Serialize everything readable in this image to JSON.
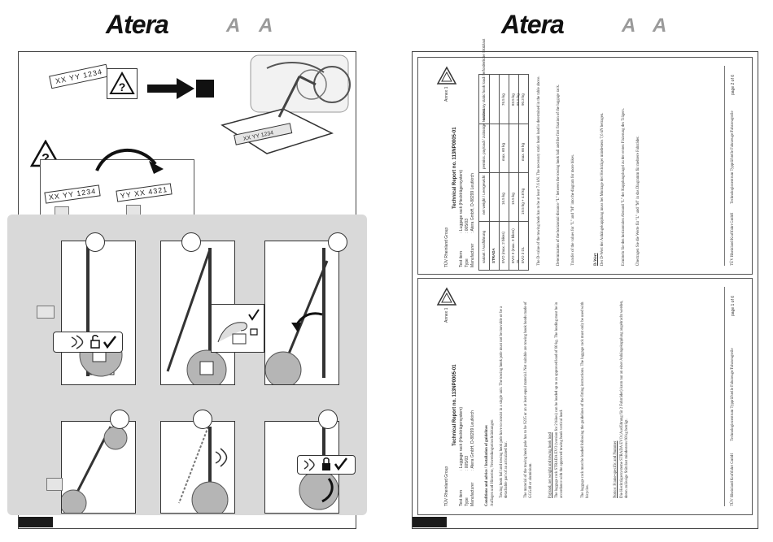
{
  "left_header": {
    "brand": "Atera",
    "letters": [
      "A",
      "A"
    ]
  },
  "right_header": {
    "brand": "Atera",
    "letters": [
      "A",
      "A"
    ]
  },
  "left_page": {
    "plate_old": "XX YY 1234",
    "plate_a": "XX YY 1234",
    "plate_b": "YY XX 4321"
  },
  "report_page1": {
    "org": "TÜV Rheinland Group",
    "title": "Technical Report no. 113NP0005-01",
    "annex": "Annex 1",
    "test_item_label": "Test item",
    "test_item_value": ": Luggage rack (Heckträgersystem)",
    "type_label": "Type",
    "type_value": ": 005/03",
    "manufacturer_label": "Manufacturer",
    "manufacturer_value": ": Atera GmbH, D-88299 Leutkirch",
    "section_title": "Conditions and advice / Installation of guidelines",
    "section_title_de": "Auflagen und Hinweise, Verwendungseinschränkungen",
    "para_1": "Towing hook ball and towing hook pole have to consist in a single unit. The towing hook pole must not be movable or be a detachable part of an articulated bar.",
    "para_2": "The material of the towing hook pole has to be S235 or an at least equal material. Not suitable are towing hook heads made of GGG40 or aluminium.",
    "para_3": "Payload, net weight and towing hook load",
    "para_3b": "The luggage rack STRADA EVO (version for 2 bikes) can be loaded up to an approved load of 60 kg. The loading must be in accordance with the approved towing hook vertical load.",
    "para_4": "The luggage rack must be loaded following the guidelines of the fitting instructions. The luggage rack must only be used with bicycles.",
    "para_5": "Notice: Frame-specific and Nummer",
    "para_5b": "Die Heckträgersysteme STRADA EVO (Ausführung für 2 Fahrräder) kann nur an einer Anhängekupplung angebracht werden, deren zulässige Stützlast mindestens 60 kg beträgt.",
    "footer_left": "TÜV Rheinland Kraftfahrt GmbH",
    "footer_mid": "Technologiezentrum Typprüfstelle Fahrzeuge/Fahrzeugteile",
    "footer_page": "page 1 of 6"
  },
  "report_page2": {
    "org": "TÜV Rheinland Group",
    "title": "Technical Report no. 113NP0005-01",
    "annex": "Annex 1",
    "test_item_label": "Test item",
    "test_item_value": ": Luggage rack (Heckträgersystem)",
    "type_label": "Type",
    "type_value": ": 005/03",
    "manufacturer_label": "Manufacturer",
    "manufacturer_value": ": Atera GmbH, D-88299 Leutkirch",
    "table_headers": [
      "variant / Ausführung",
      "net weight / Leergewicht",
      "permiss. payload / zulässige Nutzlast",
      "necessary static hook load / erforderliche Stützlast"
    ],
    "table_rows": [
      [
        "STRADA",
        "",
        "",
        ""
      ],
      [
        "EVO (max. 2 bikes)",
        "16.5 kg",
        "max. 60 kg",
        "76.5 kg"
      ],
      [
        "EVO 3 (max. 3 bikes)",
        "19.5 kg",
        "",
        "83.5 kg"
      ],
      [
        "DL",
        "",
        "",
        "85.5 kg"
      ],
      [
        "EVO 3 DL",
        "19.5 kg + 4.8 kg",
        "max. 66 kg",
        "90.3 kg"
      ]
    ],
    "para_4": "The D-value of the towing hook has to be at least 7.6 kN. The necessary static hook load is determined in the table above.",
    "para_a": "Determination of the horizontal distance \"L\" between the towing hook ball and the first fixation of the luggage rack.",
    "para_b": "Transfer of the values for \"L\" and \"M\" into the diagram for more bikes.",
    "de_title": "D-Wert",
    "de_text": "Der D-Wert der Anhängekupplung muss bei Montage der Heckträger mindestens 7,6 kN betragen.",
    "para_c": "Ermitteln Sie den horizontalen Abstand \"L\" der Kupplungskugel zu der ersten Fixierung des Trägers.",
    "para_d": "Übertragen Sie die Werte für \"L\" und \"M\" in das Diagramm für mehrere Fahrräder.",
    "footer_left": "TÜV Rheinland Kraftfahrt GmbH",
    "footer_mid": "Technologiezentrum Typprüfstelle Fahrzeuge/Fahrzeugteile",
    "footer_page": "page 2 of 6"
  },
  "colors": {
    "panel_grey": "#d9d9d9",
    "dark": "#1a1a1a",
    "accent_grey": "#9a9a9a"
  }
}
